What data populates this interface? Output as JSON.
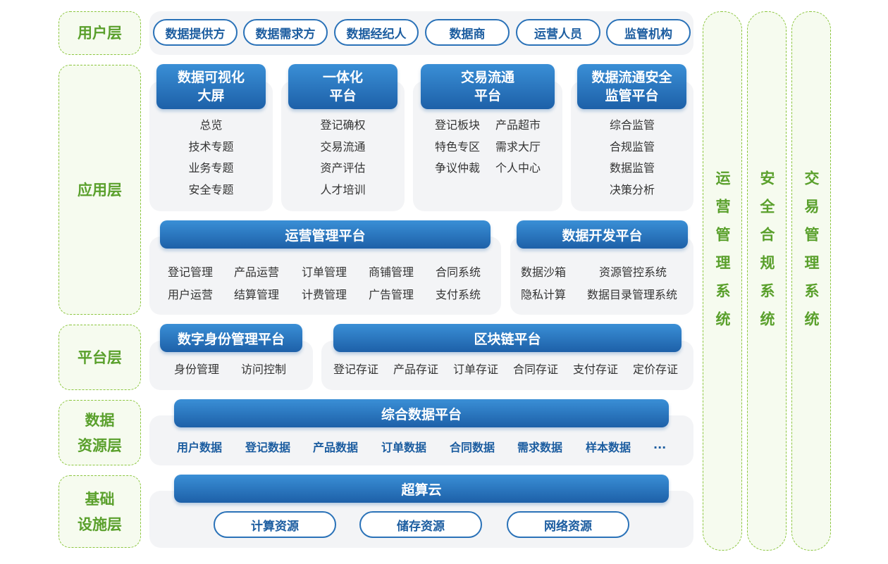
{
  "layers": {
    "user": "用户层",
    "application": "应用层",
    "platform": "平台层",
    "data_resource": "数据\n资源层",
    "infrastructure": "基础\n设施层"
  },
  "side_systems": [
    "运营管理系统",
    "安全合规系统",
    "交易管理系统"
  ],
  "user_roles": [
    "数据提供方",
    "数据需求方",
    "数据经纪人",
    "数据商",
    "运营人员",
    "监管机构"
  ],
  "apps": {
    "visual": {
      "title": [
        "数据可视化",
        "大屏"
      ],
      "items": [
        "总览",
        "技术专题",
        "业务专题",
        "安全专题"
      ]
    },
    "integrated": {
      "title": [
        "一体化",
        "平台"
      ],
      "items": [
        "登记确权",
        "交易流通",
        "资产评估",
        "人才培训"
      ]
    },
    "trade": {
      "title": [
        "交易流通",
        "平台"
      ],
      "items": [
        "登记板块",
        "产品超市",
        "特色专区",
        "需求大厅",
        "争议仲裁",
        "个人中心"
      ]
    },
    "supervise": {
      "title": [
        "数据流通安全",
        "监管平台"
      ],
      "items": [
        "综合监管",
        "合规监管",
        "数据监管",
        "决策分析"
      ]
    }
  },
  "ops_platform": {
    "title": "运营管理平台",
    "items": [
      "登记管理",
      "产品运营",
      "订单管理",
      "商铺管理",
      "合同系统",
      "用户运营",
      "结算管理",
      "计费管理",
      "广告管理",
      "支付系统"
    ]
  },
  "dev_platform": {
    "title": "数据开发平台",
    "items": [
      "数据沙箱",
      "资源管控系统",
      "隐私计算",
      "数据目录管理系统"
    ]
  },
  "identity_platform": {
    "title": "数字身份管理平台",
    "items": [
      "身份管理",
      "访问控制"
    ]
  },
  "blockchain_platform": {
    "title": "区块链平台",
    "items": [
      "登记存证",
      "产品存证",
      "订单存证",
      "合同存证",
      "支付存证",
      "定价存证"
    ]
  },
  "data_platform": {
    "title": "综合数据平台",
    "items": [
      "用户数据",
      "登记数据",
      "产品数据",
      "订单数据",
      "合同数据",
      "需求数据",
      "样本数据",
      "···"
    ]
  },
  "cloud": {
    "title": "超算云",
    "items": [
      "计算资源",
      "储存资源",
      "网络资源"
    ]
  },
  "colors": {
    "accent_blue": "#1d60a8",
    "label_green": "#5aa02c",
    "dashed_border": "#8cc63f",
    "panel_gray": "#f3f4f6"
  }
}
